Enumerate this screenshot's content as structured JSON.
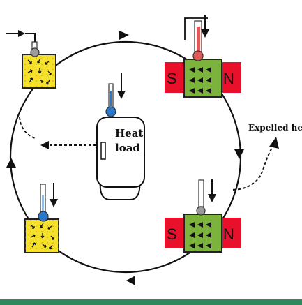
{
  "labels": {
    "heat_load_line1": "Heat",
    "heat_load_line2": "load",
    "expelled_heat": "Expelled heat"
  },
  "magnets": {
    "south": "S",
    "north": "N"
  },
  "colors": {
    "magnet": "#e8102a",
    "magnetized_material": "#7cb33c",
    "demagnetized_material": "#f5e12c",
    "cycle_line": "#111111",
    "hot_indicator": "#e05a5a",
    "cold_indicator": "#2a78c9",
    "neutral_indicator": "#9a9a9a",
    "bottom_band": "#2e8a5c"
  },
  "icons": [
    "thermometer-icon",
    "heat-load-tank-icon",
    "magnet-icon",
    "flow-arrow-icon"
  ]
}
